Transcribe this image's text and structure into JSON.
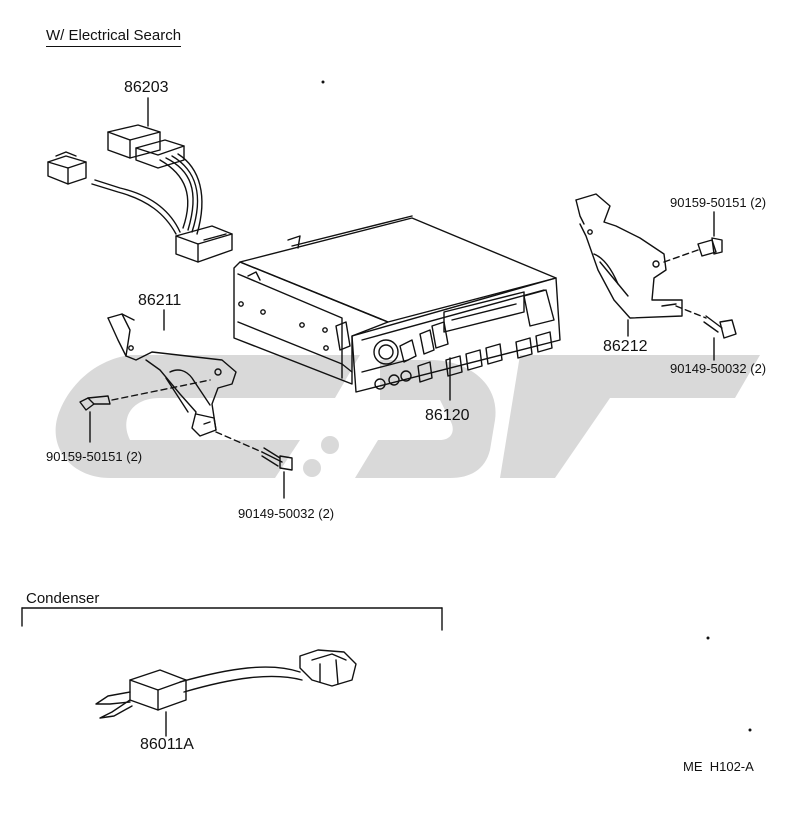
{
  "headers": {
    "electrical_search": "W/ Electrical Search",
    "condenser": "Condenser"
  },
  "parts": {
    "harness_86203": "86203",
    "bracket_left_86211": "86211",
    "bracket_right_86212": "86212",
    "radio_86120": "86120",
    "condenser_86011a": "86011A",
    "screw_left": "90159-50151 (2)",
    "bolt_left": "90149-50032 (2)",
    "screw_right": "90159-50151 (2)",
    "bolt_right": "90149-50032 (2)"
  },
  "footer": {
    "code": "ME  H102-A"
  },
  "colors": {
    "line": "#111111",
    "watermark": "#d6d6d6"
  }
}
